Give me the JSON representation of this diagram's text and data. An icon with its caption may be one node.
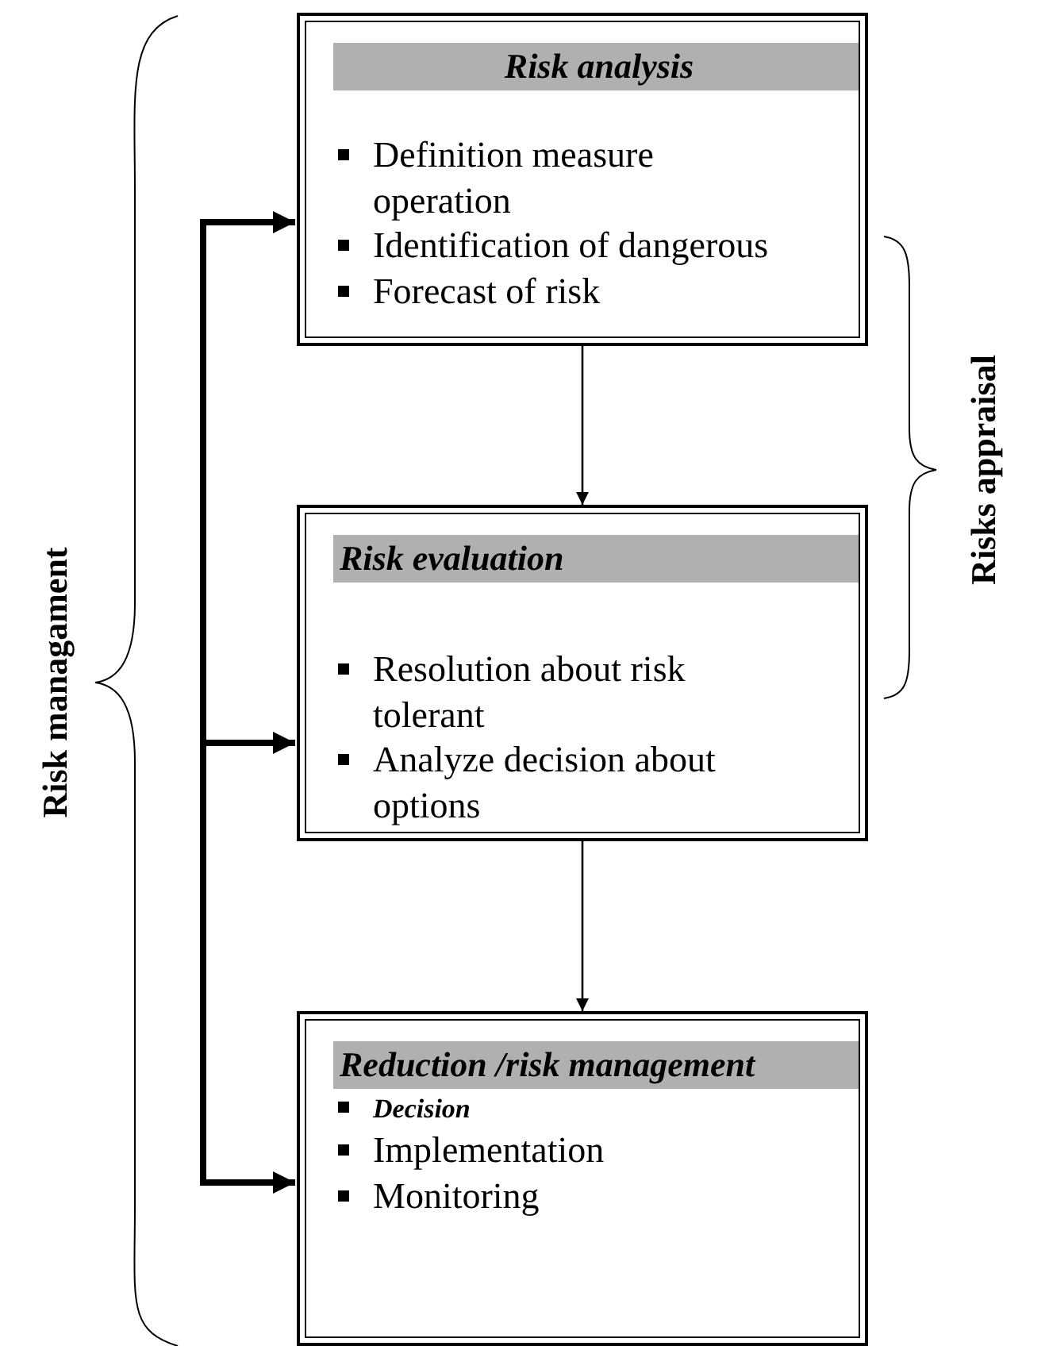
{
  "diagram": {
    "nodes": [
      {
        "text": [
          "Risk analysis",
          "Definition measure operation",
          "Identification of dangerous",
          "Forecast of risk"
        ]
      },
      {
        "text": [
          "Risk evaluation",
          "Resolution about risk tolerant",
          "Analyze decision about options"
        ]
      },
      {
        "text": [
          "Reduction /risk management",
          "Decision",
          "Implementation",
          "Monitoring"
        ]
      }
    ],
    "edges": [
      {
        "from": 0,
        "to": 1,
        "arrow": "to"
      },
      {
        "from": 1,
        "to": 2,
        "arrow": "to"
      },
      {
        "from": null,
        "to": 0,
        "arrow": "to"
      },
      {
        "from": null,
        "to": 1,
        "arrow": "to"
      },
      {
        "from": null,
        "to": 2,
        "arrow": "to"
      }
    ],
    "labels": [
      "Risk managament",
      "Risks appraisal"
    ]
  }
}
